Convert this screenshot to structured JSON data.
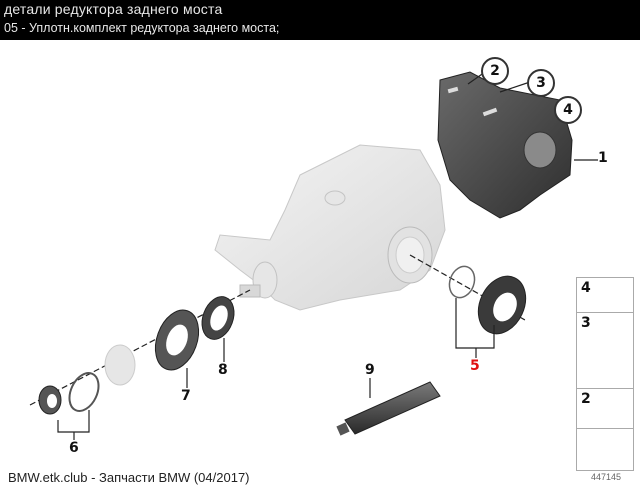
{
  "header": {
    "title": "детали редуктора заднего моста",
    "subtitle": "05 - Уплотн.комплект редуктора заднего моста;"
  },
  "diagram": {
    "callouts": [
      {
        "id": "1",
        "label": "1",
        "part": "cover"
      },
      {
        "id": "2",
        "label": "2",
        "part": "screw-short"
      },
      {
        "id": "3",
        "label": "3",
        "part": "screw-long"
      },
      {
        "id": "4",
        "label": "4",
        "part": "plug"
      },
      {
        "id": "5",
        "label": "5",
        "part": "seal-kit-side",
        "highlight_color": "#e01010"
      },
      {
        "id": "6",
        "label": "6",
        "part": "seal-ring-set"
      },
      {
        "id": "7",
        "label": "7",
        "part": "shaft-seal-large"
      },
      {
        "id": "8",
        "label": "8",
        "part": "shaft-seal"
      },
      {
        "id": "9",
        "label": "9",
        "part": "sealant-tube"
      }
    ],
    "legend": [
      {
        "label": "4"
      },
      {
        "label": "3"
      },
      {
        "label": "2"
      }
    ],
    "doc_number": "447145"
  },
  "footer": {
    "text": "BMW.etk.club - Запчасти BMW (04/2017)"
  }
}
